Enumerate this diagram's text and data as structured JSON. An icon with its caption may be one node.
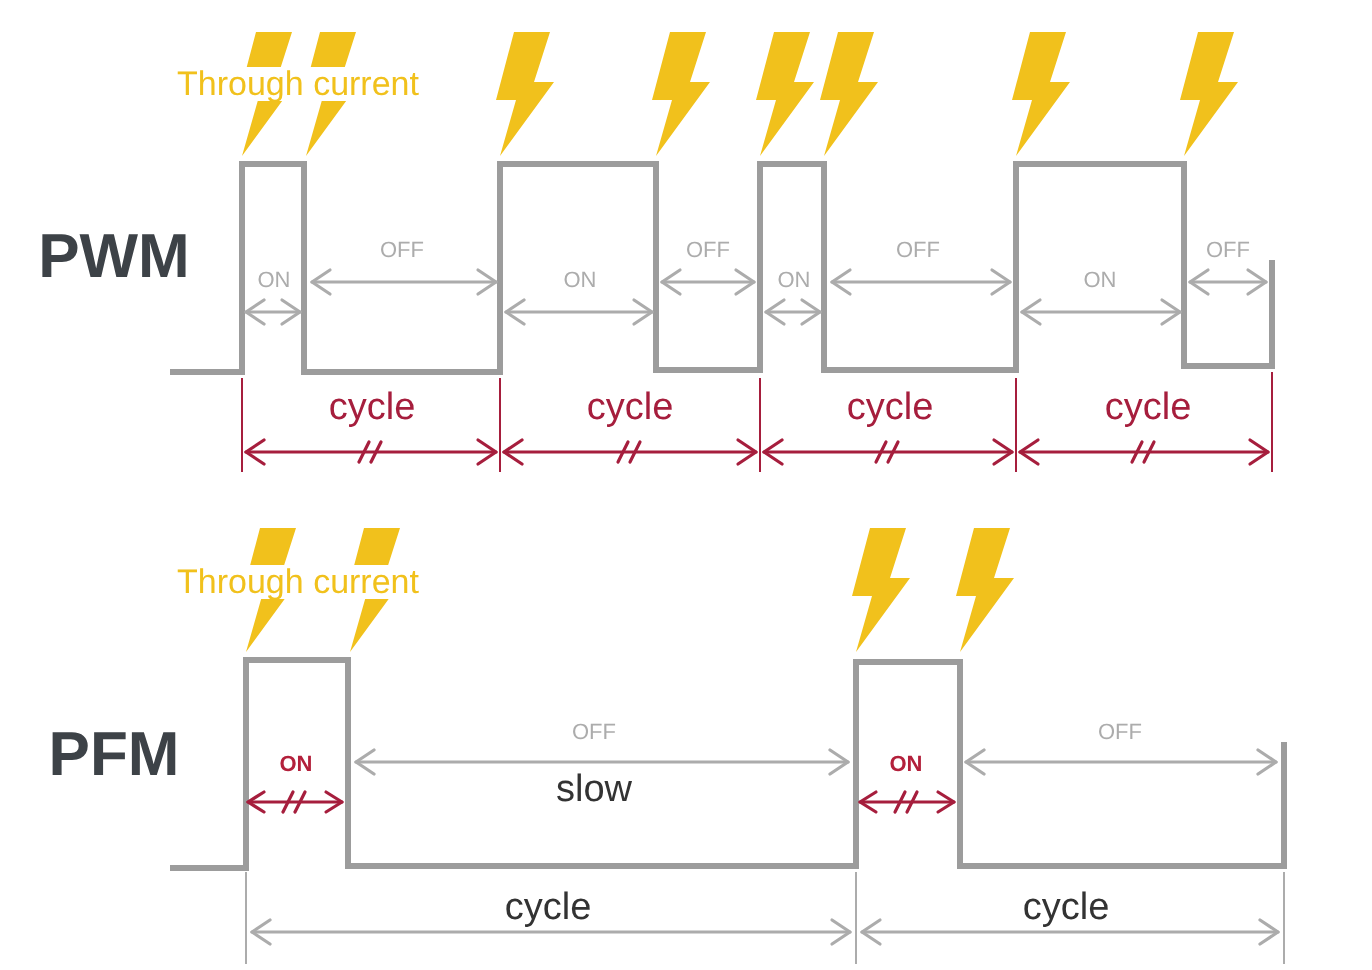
{
  "diagram": {
    "labels": [
      "Through current",
      "PWM",
      "ON",
      "OFF",
      "ON",
      "OFF",
      "ON",
      "OFF",
      "ON",
      "OFF",
      "cycle",
      "cycle",
      "cycle",
      "cycle",
      "Through current",
      "PFM",
      "ON",
      "OFF",
      "slow",
      "ON",
      "OFF",
      "cycle",
      "cycle"
    ]
  }
}
